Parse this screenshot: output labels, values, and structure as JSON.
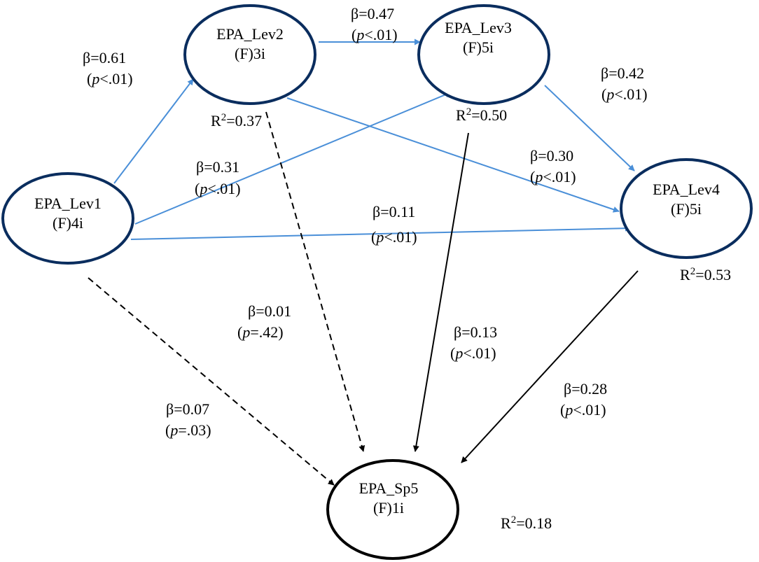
{
  "colors": {
    "blue_arrow": "#4a8fd8",
    "node_outline": "#0a2d5e",
    "black": "#000000"
  },
  "nodes": {
    "lev1": {
      "name": "EPA_Lev1",
      "items": "(F)4i"
    },
    "lev2": {
      "name": "EPA_Lev2",
      "items": "(F)3i",
      "r2_prefix": "R",
      "r2_sup": "2",
      "r2_value": "=0.37"
    },
    "lev3": {
      "name": "EPA_Lev3",
      "items": "(F)5i",
      "r2_prefix": "R",
      "r2_sup": "2",
      "r2_value": "=0.50"
    },
    "lev4": {
      "name": "EPA_Lev4",
      "items": "(F)5i",
      "r2_prefix": "R",
      "r2_sup": "2",
      "r2_value": "=0.53"
    },
    "sp5": {
      "name": "EPA_Sp5",
      "items": "(F)1i",
      "r2_prefix": "R",
      "r2_sup": "2",
      "r2_value": "=0.18"
    }
  },
  "paths": {
    "lev1_lev2": {
      "beta": "β=0.61",
      "p_letter": "p",
      "p_rest": "<.01)",
      "style": "blue"
    },
    "lev2_lev3": {
      "beta": "β=0.47",
      "p_letter": "p",
      "p_rest": "<.01)",
      "style": "blue"
    },
    "lev3_lev4": {
      "beta": "β=0.42",
      "p_letter": "p",
      "p_rest": "<.01)",
      "style": "blue"
    },
    "lev1_lev3": {
      "beta": "β=0.31",
      "p_letter": "p",
      "p_rest": "<.01)",
      "style": "blue"
    },
    "lev2_lev4": {
      "beta": "β=0.30",
      "p_letter": "p",
      "p_rest": "<.01)",
      "style": "blue"
    },
    "lev1_lev4": {
      "beta": "β=0.11",
      "p_letter": "p",
      "p_rest": "<.01)",
      "style": "blue"
    },
    "lev2_sp5": {
      "beta": "β=0.01",
      "p_letter": "p",
      "p_rest": "=.42)",
      "style": "dashed"
    },
    "lev3_sp5": {
      "beta": "β=0.13",
      "p_letter": "p",
      "p_rest": "<.01)",
      "style": "solid"
    },
    "lev4_sp5": {
      "beta": "β=0.28",
      "p_letter": "p",
      "p_rest": "<.01)",
      "style": "solid"
    },
    "lev1_sp5": {
      "beta": "β=0.07",
      "p_letter": "p",
      "p_rest": "=.03)",
      "style": "dashed"
    }
  }
}
